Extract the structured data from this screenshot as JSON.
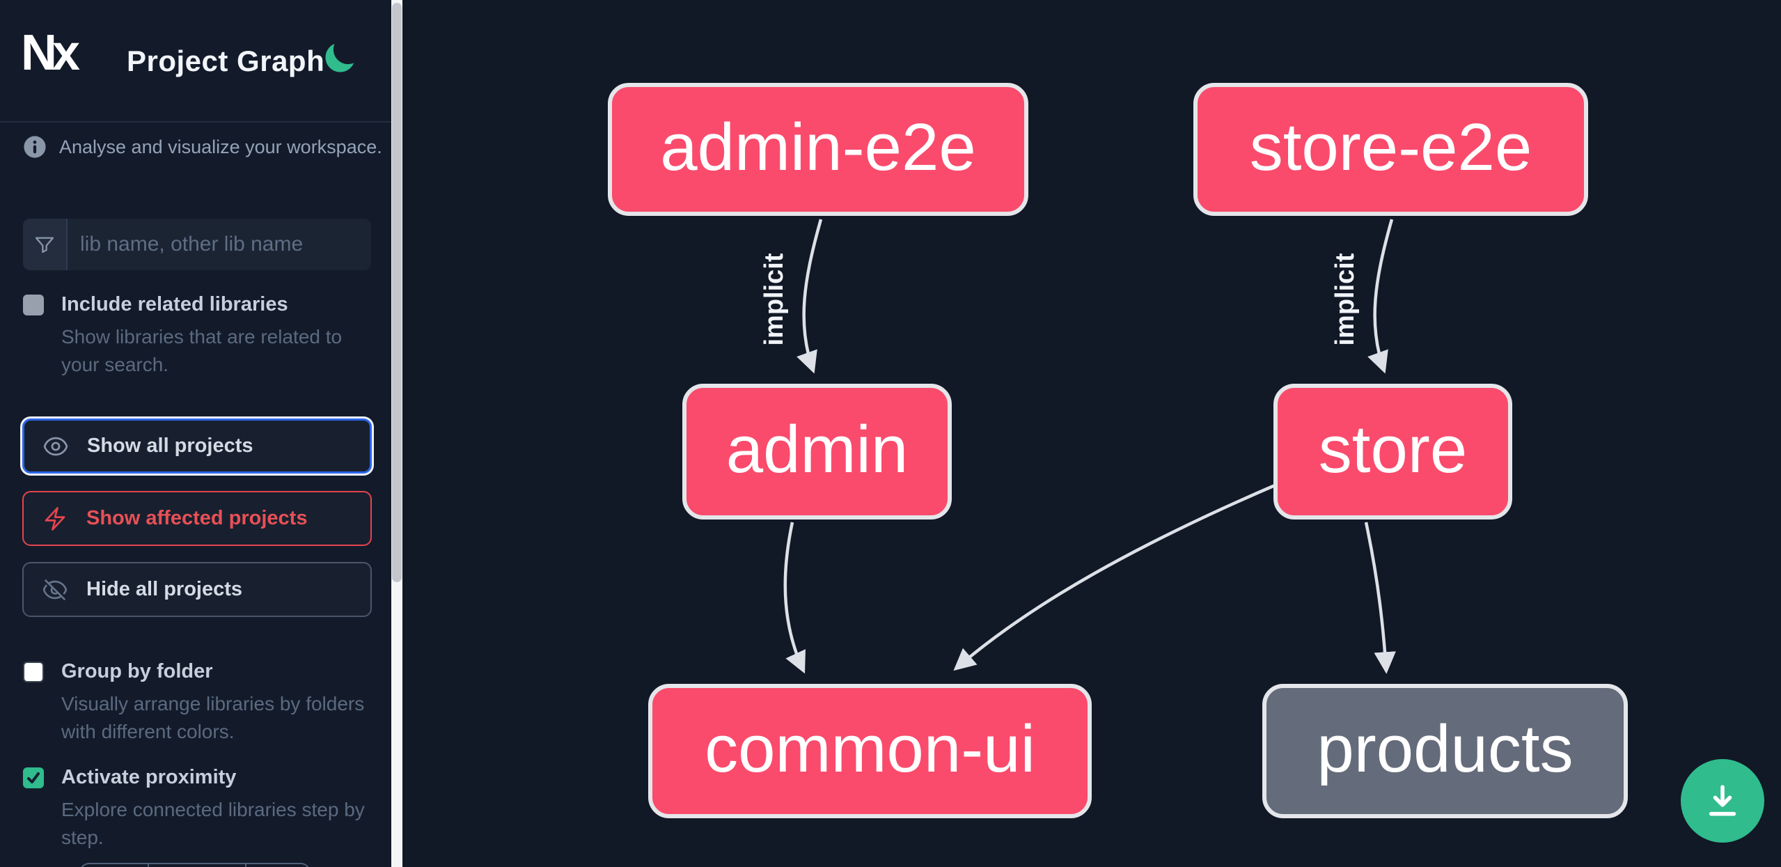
{
  "header": {
    "logo_text": "Nx",
    "title": "Project Graph",
    "theme_toggle_icon": "moon",
    "theme_color": "#30bc8d"
  },
  "sidebar": {
    "tagline": "Analyse and visualize your workspace.",
    "search": {
      "placeholder": "lib name, other lib name",
      "value": "",
      "icon": "funnel-icon"
    },
    "checkboxes": [
      {
        "label": "Include related libraries",
        "description": "Show libraries that are related to your search.",
        "checked": false,
        "disabled": true
      },
      {
        "label": "Group by folder",
        "description": "Visually arrange libraries by folders with different colors.",
        "checked": false
      },
      {
        "label": "Activate proximity",
        "description": "Explore connected libraries step by step.",
        "checked": true
      }
    ],
    "buttons": [
      {
        "label": "Show all projects",
        "icon": "eye-icon",
        "state": "focused"
      },
      {
        "label": "Show affected projects",
        "icon": "bolt-icon",
        "state": "affected"
      },
      {
        "label": "Hide all projects",
        "icon": "eye-slash-icon",
        "state": "normal"
      }
    ]
  },
  "graph": {
    "nodes": [
      {
        "label": "admin-e2e",
        "variant": "pink"
      },
      {
        "label": "store-e2e",
        "variant": "pink"
      },
      {
        "label": "admin",
        "variant": "pink"
      },
      {
        "label": "store",
        "variant": "pink"
      },
      {
        "label": "common-ui",
        "variant": "pink"
      },
      {
        "label": "products",
        "variant": "gray"
      }
    ],
    "edges": [
      {
        "from": "admin-e2e",
        "to": "admin",
        "label": "implicit"
      },
      {
        "from": "store-e2e",
        "to": "store",
        "label": "implicit"
      },
      {
        "from": "admin",
        "to": "common-ui",
        "label": ""
      },
      {
        "from": "store",
        "to": "common-ui",
        "label": ""
      },
      {
        "from": "store",
        "to": "products",
        "label": ""
      }
    ]
  },
  "actions": {
    "download_icon": "download"
  },
  "colors": {
    "background": "#111826",
    "sidebar_background": "#131b2a",
    "node_pink": "#fa4b6c",
    "node_gray": "#646b7a",
    "node_border": "#e4e6ea",
    "edge": "#dde1e7",
    "accent_green": "#30bc8d",
    "accent_blue": "#2b66ea",
    "accent_red": "#e6444e"
  }
}
